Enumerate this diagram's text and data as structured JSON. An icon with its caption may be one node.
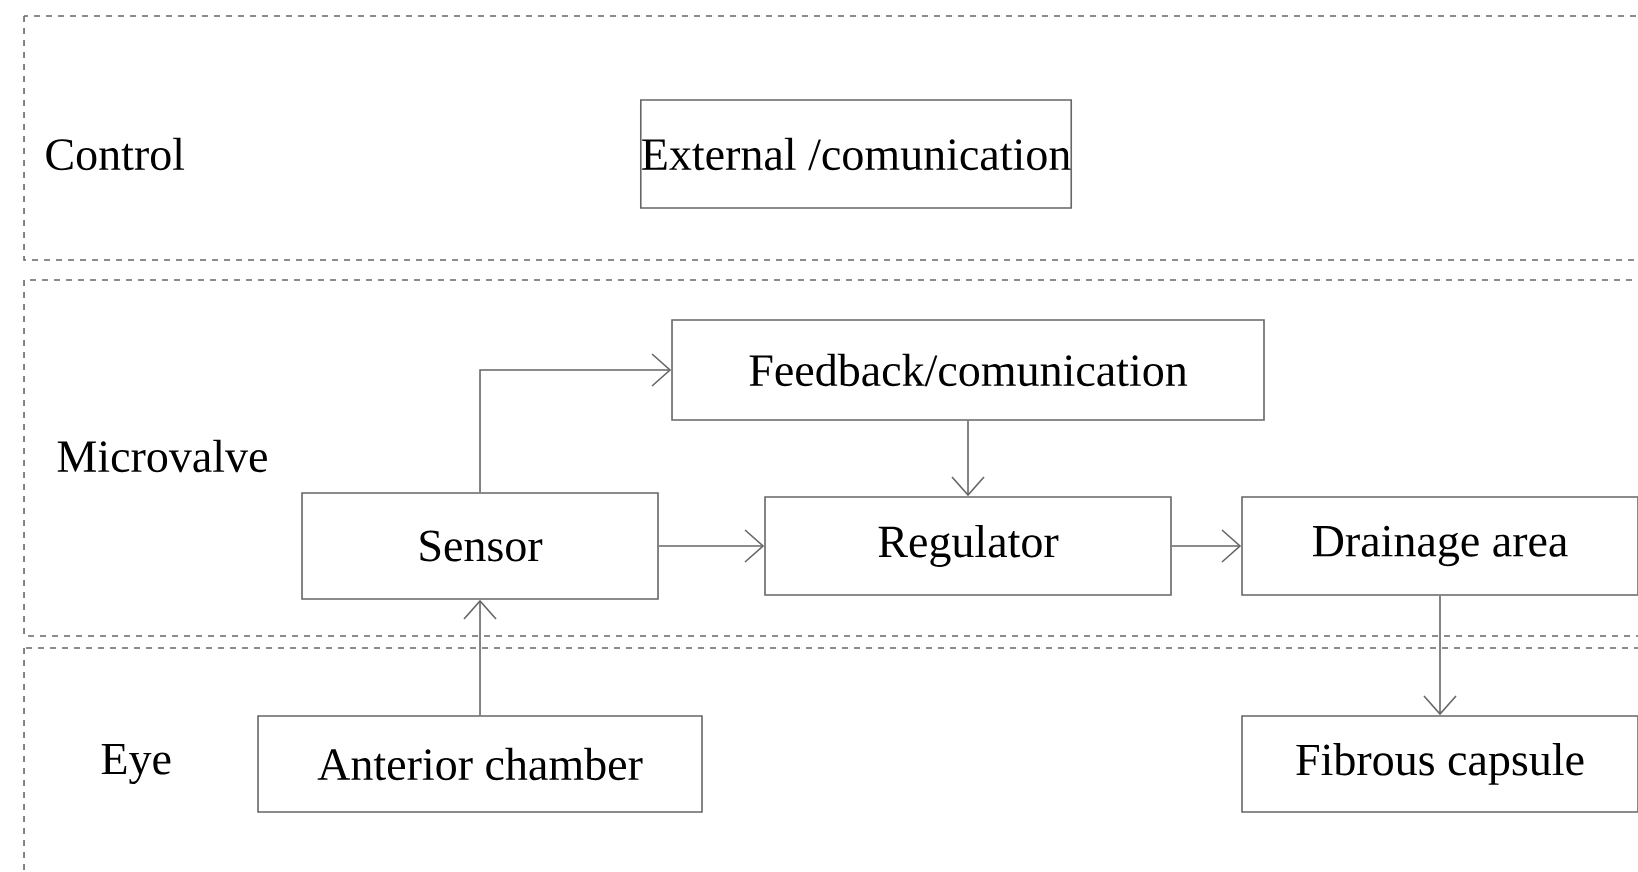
{
  "diagram": {
    "nodes": [
      {
        "text": [
          "Control"
        ]
      },
      {
        "text": [
          "External /comunication"
        ],
        "in": 0
      },
      {
        "text": [
          "Microvalve"
        ]
      },
      {
        "text": [
          "Feedback/comunication"
        ],
        "in": 2
      },
      {
        "text": [
          "Sensor"
        ],
        "in": 2
      },
      {
        "text": [
          "Regulator"
        ],
        "in": 2
      },
      {
        "text": [
          "Drainage area"
        ],
        "in": 2
      },
      {
        "text": [
          "Eye"
        ]
      },
      {
        "text": [
          "Anterior chamber"
        ],
        "in": 7
      },
      {
        "text": [
          "Fibrous capsule"
        ],
        "in": 7
      }
    ],
    "edges": [
      {
        "from": 4,
        "to": 3,
        "arrow": "to"
      },
      {
        "from": 3,
        "to": 5,
        "arrow": "to"
      },
      {
        "from": 4,
        "to": 5,
        "arrow": "to"
      },
      {
        "from": 5,
        "to": 6,
        "arrow": "to"
      },
      {
        "from": 8,
        "to": 4,
        "arrow": "to"
      },
      {
        "from": 6,
        "to": 9,
        "arrow": "to"
      }
    ]
  }
}
